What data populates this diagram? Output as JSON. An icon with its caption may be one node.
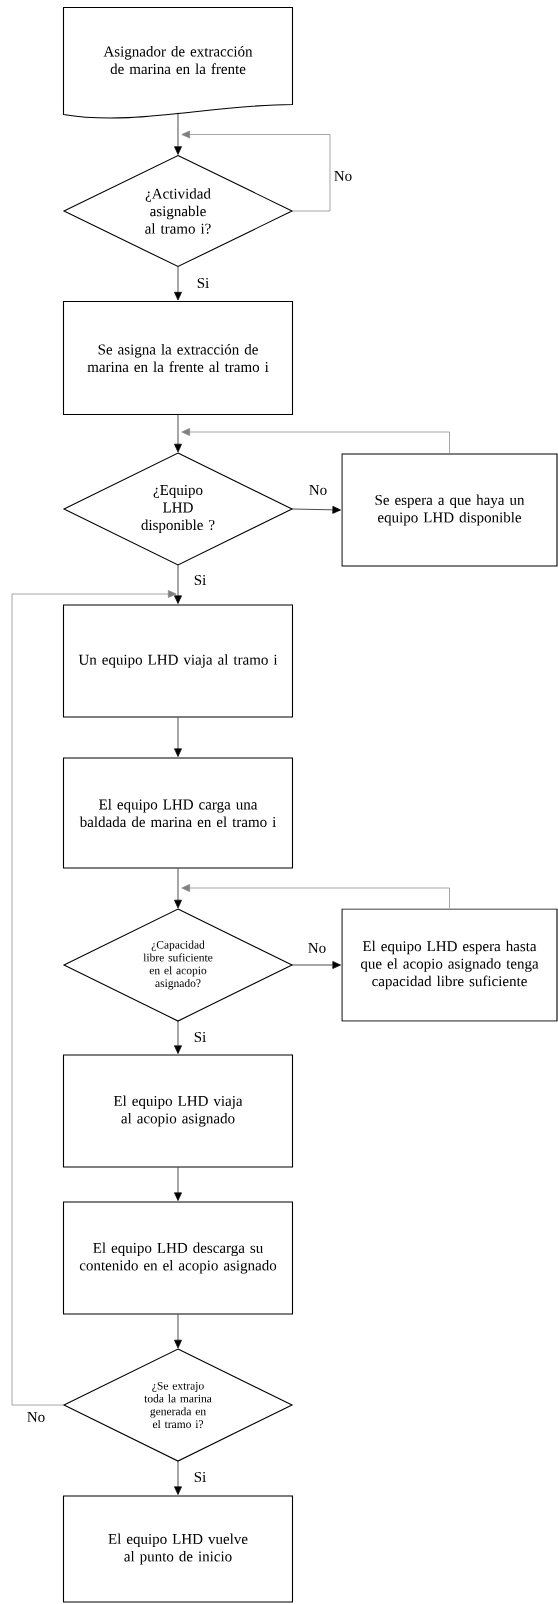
{
  "diagram": {
    "nodes": [
      {
        "text": [
          "Asignador de extracción de marina en la frente"
        ]
      },
      {
        "text": [
          "¿Actividad asignable al tramo i?"
        ]
      },
      {
        "text": [
          "Se asigna la extracción de marina en la frente al tramo i"
        ]
      },
      {
        "text": [
          "¿Equipo LHD disponible ?"
        ]
      },
      {
        "text": [
          "Se espera a que haya un equipo LHD disponible"
        ]
      },
      {
        "text": [
          "Un equipo LHD viaja al tramo i"
        ]
      },
      {
        "text": [
          "El equipo LHD carga una baldada de marina en el tramo i"
        ]
      },
      {
        "text": [
          "¿Capacidad libre suficiente en el acopio asignado?"
        ]
      },
      {
        "text": [
          "El equipo LHD espera hasta que el acopio asignado tenga capacidad libre suficiente"
        ]
      },
      {
        "text": [
          "El equipo LHD viaja al acopio asignado"
        ]
      },
      {
        "text": [
          "El equipo LHD descarga su contenido en el acopio asignado"
        ]
      },
      {
        "text": [
          "¿Se extrajo toda la marina generada en el tramo i?"
        ]
      },
      {
        "text": [
          "El equipo LHD vuelve al punto de inicio"
        ]
      }
    ],
    "edges": [
      {
        "from": 0,
        "to": 1,
        "arrow": "to"
      },
      {
        "from": 1,
        "to": 1,
        "arrow": "to",
        "label": "No",
        "color": "#7f7f7f"
      },
      {
        "from": 1,
        "to": 2,
        "arrow": "to",
        "label": "Si"
      },
      {
        "from": 2,
        "to": 3,
        "arrow": "to"
      },
      {
        "from": 3,
        "to": 4,
        "arrow": "to",
        "label": "No"
      },
      {
        "from": 4,
        "to": 3,
        "arrow": "to",
        "color": "#7f7f7f"
      },
      {
        "from": 3,
        "to": 5,
        "arrow": "to",
        "label": "Si"
      },
      {
        "from": 5,
        "to": 6,
        "arrow": "to"
      },
      {
        "from": 6,
        "to": 7,
        "arrow": "to"
      },
      {
        "from": 7,
        "to": 8,
        "arrow": "to",
        "label": "No"
      },
      {
        "from": 8,
        "to": 7,
        "arrow": "to",
        "color": "#7f7f7f"
      },
      {
        "from": 7,
        "to": 9,
        "arrow": "to",
        "label": "Si"
      },
      {
        "from": 9,
        "to": 10,
        "arrow": "to"
      },
      {
        "from": 10,
        "to": 11,
        "arrow": "to"
      },
      {
        "from": 11,
        "to": 5,
        "arrow": "to",
        "label": "No",
        "color": "#7f7f7f"
      },
      {
        "from": 11,
        "to": 12,
        "arrow": "to",
        "label": "Si"
      }
    ]
  }
}
